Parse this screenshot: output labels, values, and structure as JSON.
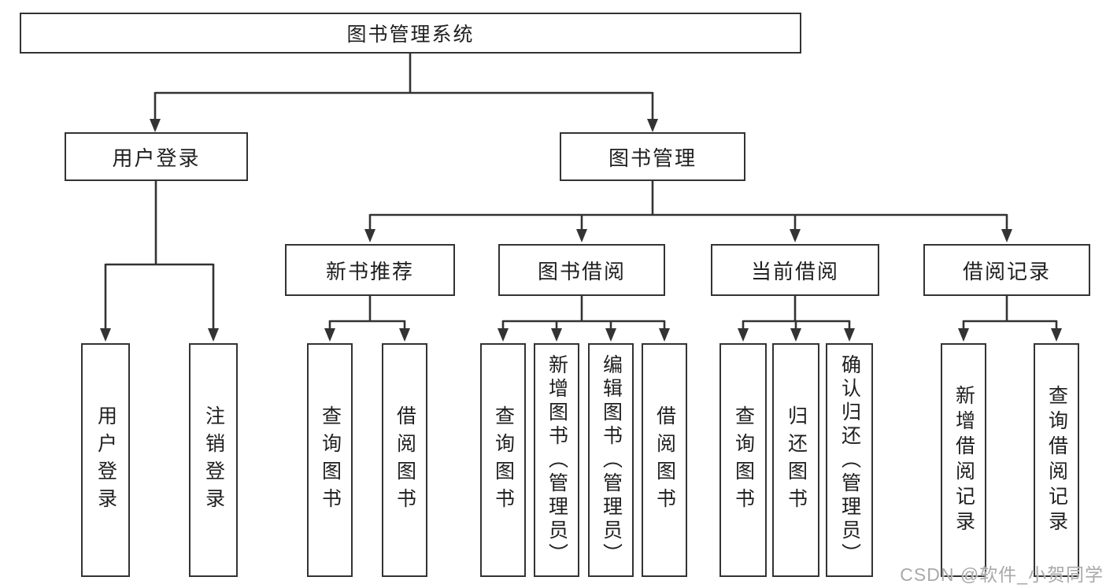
{
  "colors": {
    "line": "#333333",
    "border": "#333333",
    "text": "#1f1f1f",
    "watermark": "#a9a9a9",
    "background": "#ffffff"
  },
  "root": {
    "label": "图书管理系统"
  },
  "branches": [
    {
      "label": "用户登录",
      "children": [
        {
          "label": "用户登录"
        },
        {
          "label": "注销登录"
        }
      ]
    },
    {
      "label": "图书管理",
      "children": [
        {
          "label": "新书推荐",
          "children": [
            {
              "label": "查询图书"
            },
            {
              "label": "借阅图书"
            }
          ]
        },
        {
          "label": "图书借阅",
          "children": [
            {
              "label": "查询图书"
            },
            {
              "label": "新增图书（管理员）"
            },
            {
              "label": "编辑图书（管理员）"
            },
            {
              "label": "借阅图书"
            }
          ]
        },
        {
          "label": "当前借阅",
          "children": [
            {
              "label": "查询图书"
            },
            {
              "label": "归还图书"
            },
            {
              "label": "确认归还（管理员）"
            }
          ]
        },
        {
          "label": "借阅记录",
          "children": [
            {
              "label": "新增借阅记录"
            },
            {
              "label": "查询借阅记录"
            }
          ]
        }
      ]
    }
  ],
  "watermark": "CSDN @软件_小贺同学"
}
